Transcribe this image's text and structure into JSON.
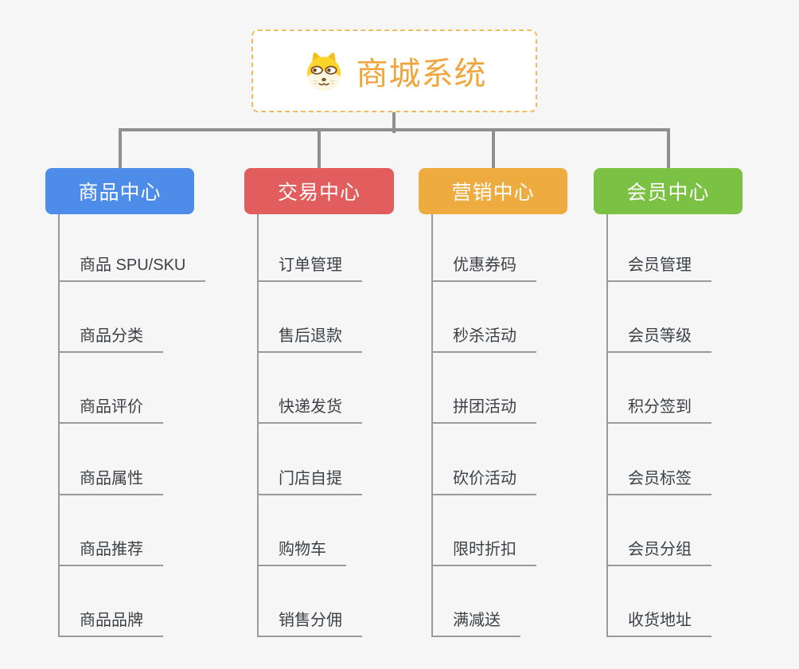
{
  "root": {
    "title": "商城系统",
    "icon": "shiba-dog-icon",
    "title_color": "#f0a63c",
    "border_color": "#f3ba66"
  },
  "branches": [
    {
      "label": "商品中心",
      "color": "#4d8ce8",
      "children": [
        "商品 SPU/SKU",
        "商品分类",
        "商品评价",
        "商品属性",
        "商品推荐",
        "商品品牌"
      ]
    },
    {
      "label": "交易中心",
      "color": "#e25d5d",
      "children": [
        "订单管理",
        "售后退款",
        "快递发货",
        "门店自提",
        "购物车",
        "销售分佣"
      ]
    },
    {
      "label": "营销中心",
      "color": "#eeac40",
      "children": [
        "优惠券码",
        "秒杀活动",
        "拼团活动",
        "砍价活动",
        "限时折扣",
        "满减送"
      ]
    },
    {
      "label": "会员中心",
      "color": "#7bc143",
      "children": [
        "会员管理",
        "会员等级",
        "积分签到",
        "会员标签",
        "会员分组",
        "收货地址"
      ]
    }
  ],
  "connector_color": "#8f8f8f",
  "underline_color": "#9a9a9a",
  "background_color": "#f6f6f6"
}
